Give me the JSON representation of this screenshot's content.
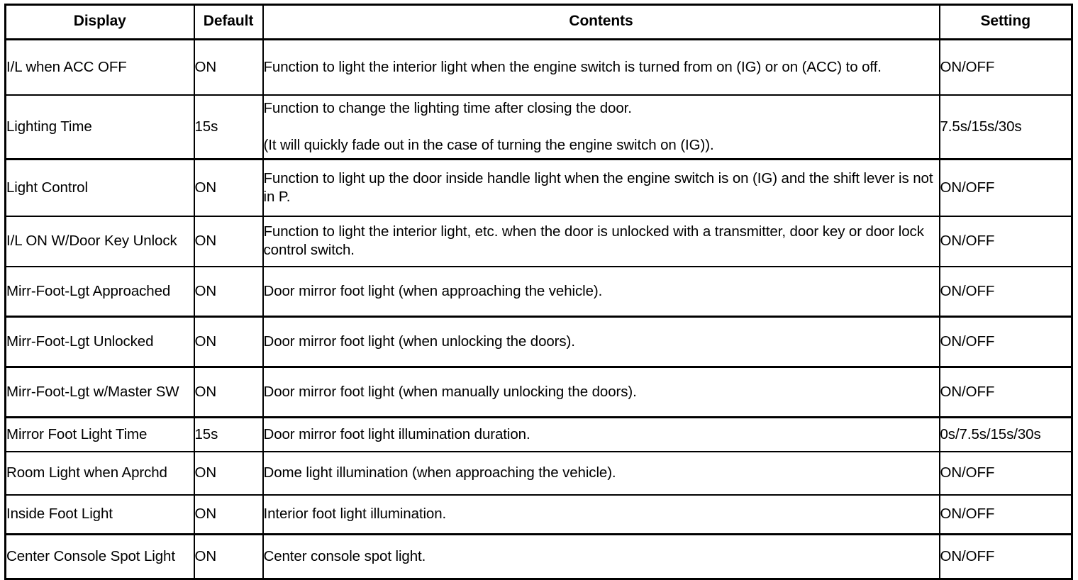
{
  "table": {
    "columns": [
      {
        "key": "display",
        "label": "Display"
      },
      {
        "key": "default",
        "label": "Default"
      },
      {
        "key": "contents",
        "label": "Contents"
      },
      {
        "key": "setting",
        "label": "Setting"
      }
    ],
    "rows": [
      {
        "display": "I/L when ACC OFF",
        "default": "ON",
        "contents": "Function to light the interior light when the engine switch is turned from on (IG) or on (ACC) to off.",
        "setting": "ON/OFF"
      },
      {
        "display": "Lighting Time",
        "default": "15s",
        "contents_line1": "Function to change the lighting time after closing the door.",
        "contents_line2": "(It will quickly fade out in the case of turning the engine switch on (IG)).",
        "setting": "7.5s/15s/30s"
      },
      {
        "display": "Light Control",
        "default": "ON",
        "contents": "Function to light up the door inside handle light when the engine switch is on (IG) and the shift lever is not in P.",
        "setting": "ON/OFF"
      },
      {
        "display": "I/L ON W/Door Key Unlock",
        "default": "ON",
        "contents": "Function to light the interior light, etc. when the door is unlocked with a transmitter, door key or door lock control switch.",
        "setting": "ON/OFF"
      },
      {
        "display": "Mirr-Foot-Lgt Approached",
        "default": "ON",
        "contents": "Door mirror foot light (when approaching the vehicle).",
        "setting": "ON/OFF"
      },
      {
        "display": "Mirr-Foot-Lgt Unlocked",
        "default": "ON",
        "contents": "Door mirror foot light (when unlocking the doors).",
        "setting": "ON/OFF"
      },
      {
        "display": "Mirr-Foot-Lgt w/Master SW",
        "default": "ON",
        "contents": "Door mirror foot light (when manually unlocking the doors).",
        "setting": "ON/OFF"
      },
      {
        "display": "Mirror Foot Light Time",
        "default": "15s",
        "contents": "Door mirror foot light illumination duration.",
        "setting": "0s/7.5s/15s/30s"
      },
      {
        "display": "Room Light when Aprchd",
        "default": "ON",
        "contents": "Dome light illumination (when approaching the vehicle).",
        "setting": "ON/OFF"
      },
      {
        "display": "Inside Foot Light",
        "default": "ON",
        "contents": "Interior foot light illumination.",
        "setting": "ON/OFF"
      },
      {
        "display": "Center Console Spot Light",
        "default": "ON",
        "contents": "Center console spot light.",
        "setting": "ON/OFF"
      }
    ]
  }
}
